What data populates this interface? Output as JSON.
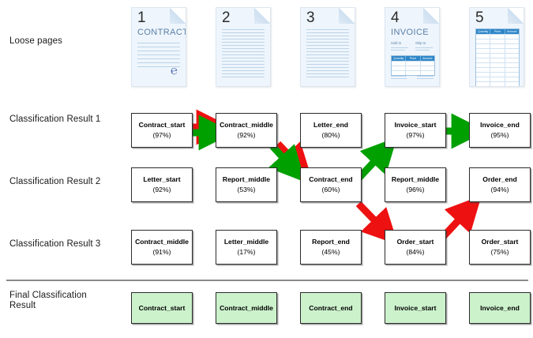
{
  "rows": {
    "loose_pages_label": "Loose pages",
    "result1_label": "Classification Result 1",
    "result2_label": "Classification Result 2",
    "result3_label": "Classification Result 3",
    "final_label": "Final Classification\nResult"
  },
  "pages": [
    {
      "number": "1",
      "kind": "contract",
      "title": "CONTRACT"
    },
    {
      "number": "2",
      "kind": "lined",
      "title": ""
    },
    {
      "number": "3",
      "kind": "lined",
      "title": ""
    },
    {
      "number": "4",
      "kind": "invoice",
      "title": "INVOICE",
      "sold_to": "Sold to",
      "ship_to": "Ship to",
      "columns": [
        "Quantity",
        "Price",
        "Amount"
      ]
    },
    {
      "number": "5",
      "kind": "table",
      "title": "",
      "columns": [
        "Quantity",
        "Price",
        "Amount"
      ]
    }
  ],
  "result1": [
    {
      "label": "Contract_start",
      "pct": "(97%)"
    },
    {
      "label": "Contract_middle",
      "pct": "(92%)"
    },
    {
      "label": "Letter_end",
      "pct": "(80%)"
    },
    {
      "label": "Invoice_start",
      "pct": "(97%)"
    },
    {
      "label": "Invoice_end",
      "pct": "(95%)"
    }
  ],
  "result2": [
    {
      "label": "Letter_start",
      "pct": "(92%)"
    },
    {
      "label": "Report_middle",
      "pct": "(53%)"
    },
    {
      "label": "Contract_end",
      "pct": "(60%)"
    },
    {
      "label": "Report_middle",
      "pct": "(96%)"
    },
    {
      "label": "Order_end",
      "pct": "(94%)"
    }
  ],
  "result3": [
    {
      "label": "Contract_middle",
      "pct": "(91%)"
    },
    {
      "label": "Letter_middle",
      "pct": "(17%)"
    },
    {
      "label": "Report_end",
      "pct": "(45%)"
    },
    {
      "label": "Order_start",
      "pct": "(84%)"
    },
    {
      "label": "Order_start",
      "pct": "(75%)"
    }
  ],
  "final": [
    {
      "label": "Contract_start"
    },
    {
      "label": "Contract_middle"
    },
    {
      "label": "Contract_end"
    },
    {
      "label": "Invoice_start"
    },
    {
      "label": "Invoice_end"
    }
  ],
  "colors": {
    "green_arrow": "#00a000",
    "red_arrow": "#ee1111",
    "final_box_fill": "#ccf2cc",
    "box_border": "#2b2b2b",
    "divider": "#8a8a8a",
    "page_fill": "#eef5fc",
    "page_accent": "#2e86c8"
  },
  "arrows": [
    {
      "name": "green-1-to-2",
      "color": "green",
      "from": "result1.0",
      "to": "result1.1"
    },
    {
      "name": "red-1-to-2",
      "color": "red",
      "from": "result1.0",
      "to": "result1.1"
    },
    {
      "name": "green-2-to-contract-end",
      "color": "green",
      "from": "result1.1",
      "to": "result2.2"
    },
    {
      "name": "red-2-to-contract-end",
      "color": "red",
      "from": "result1.1",
      "to": "result2.2"
    },
    {
      "name": "green-contract-end-to-invoice-start",
      "color": "green",
      "from": "result2.2",
      "to": "result1.3"
    },
    {
      "name": "red-contract-end-to-order-start",
      "color": "red",
      "from": "result2.2",
      "to": "result3.3"
    },
    {
      "name": "green-invoice-start-to-invoice-end",
      "color": "green",
      "from": "result1.3",
      "to": "result1.4"
    },
    {
      "name": "red-order-start-to-order-end",
      "color": "red",
      "from": "result3.3",
      "to": "result2.4"
    }
  ]
}
